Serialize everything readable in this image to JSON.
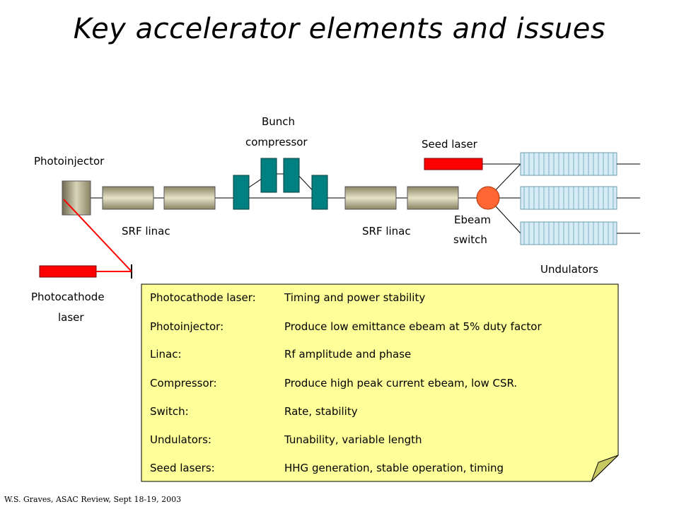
{
  "title": "Key accelerator elements and issues",
  "labels": {
    "photoinjector": "Photoinjector",
    "bunch": "Bunch",
    "compressor": "compressor",
    "seed_laser": "Seed laser",
    "srf_linac_1": "SRF linac",
    "srf_linac_2": "SRF linac",
    "ebeam": "Ebeam",
    "switch": "switch",
    "undulators": "Undulators",
    "photocathode": "Photocathode",
    "laser": "laser"
  },
  "issues": [
    {
      "key": "Photocathode laser:",
      "value": "Timing and power stability"
    },
    {
      "key": "Photoinjector:",
      "value": "Produce low emittance ebeam at 5% duty factor"
    },
    {
      "key": "Linac:",
      "value": "Rf amplitude and phase"
    },
    {
      "key": "Compressor:",
      "value": "Produce high peak current ebeam, low CSR."
    },
    {
      "key": "Switch:",
      "value": "Rate, stability"
    },
    {
      "key": "Undulators:",
      "value": "Tunability, variable length"
    },
    {
      "key": "Seed lasers:",
      "value": "HHG generation, stable operation, timing"
    }
  ],
  "footer": "W.S. Graves, ASAC Review, Sept 18-19, 2003",
  "colors": {
    "laser": "#ff0000",
    "magnet": "#008080",
    "cavity": "#a8a27c",
    "note": "#ffff99",
    "undulator": "#c8e6f0",
    "switch": "#ff6633"
  }
}
